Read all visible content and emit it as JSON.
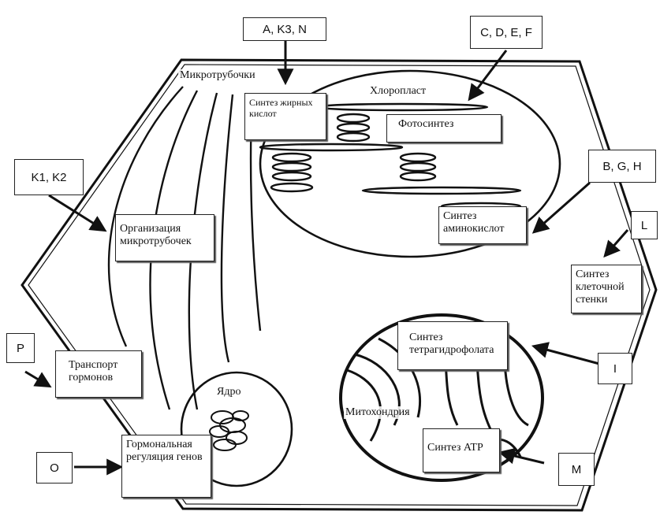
{
  "labels": {
    "microtubules": "Микротрубочки",
    "chloroplast": "Хлоропласт",
    "nucleus": "Ядро",
    "mitochondrion": "Митохондрия"
  },
  "processes": {
    "fatty_acid": "Синтез жирных кислот",
    "photosynthesis": "Фотосинтез",
    "amino_acid": "Синтез аминокислот",
    "cell_wall": "Синтез клеточной стенки",
    "microtubule_org": "Организация микротрубочек",
    "hormone_transport": "Транспорт гормонов",
    "thf": "Синтез тетрагидрофолата",
    "atp": "Синтез ATP",
    "gene_reg": "Гормональная регуляция генов"
  },
  "tags": {
    "a_k3_n": "A, K3, N",
    "c_d_e_f": "C, D, E, F",
    "b_g_h": "B, G, H",
    "l": "L",
    "k1_k2": "K1, K2",
    "p": "P",
    "o": "O",
    "i": "I",
    "m": "M"
  },
  "colors": {
    "line": "#111111",
    "box_shadow": "#555555",
    "background": "#ffffff"
  }
}
